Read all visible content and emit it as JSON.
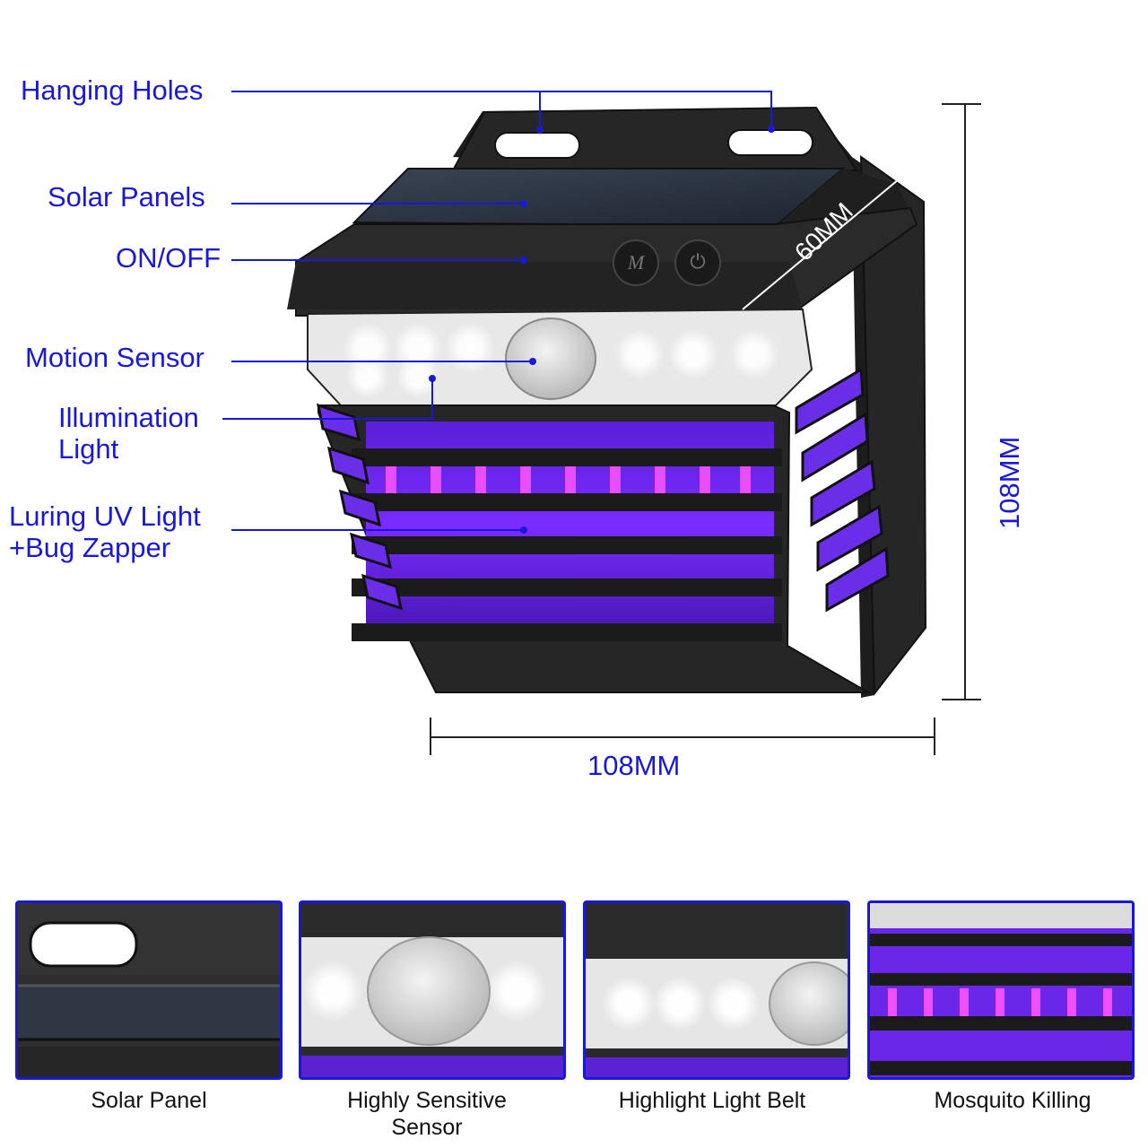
{
  "callouts": {
    "hanging_holes": "Hanging Holes",
    "solar_panels": "Solar Panels",
    "on_off": "ON/OFF",
    "motion_sensor": "Motion Sensor",
    "illumination_light": [
      "Illumination",
      "Light"
    ],
    "uv_light": [
      "Luring UV Light",
      "+Bug Zapper"
    ]
  },
  "buttons": {
    "mode": "M",
    "power": "⏻"
  },
  "dimensions": {
    "depth": "60MM",
    "height": "108MM",
    "width": "108MM"
  },
  "thumbnails": [
    {
      "caption": [
        "Solar Panel"
      ]
    },
    {
      "caption": [
        "Highly Sensitive",
        "Sensor"
      ]
    },
    {
      "caption": [
        "Highlight Light Belt"
      ]
    },
    {
      "caption": [
        "Mosquito Killing"
      ]
    }
  ],
  "colors": {
    "annotation_blue": "#1a18d8",
    "uv_purple": "#7a2cff",
    "uv_pink": "#ff4dff",
    "housing": "#2a2a2a"
  }
}
